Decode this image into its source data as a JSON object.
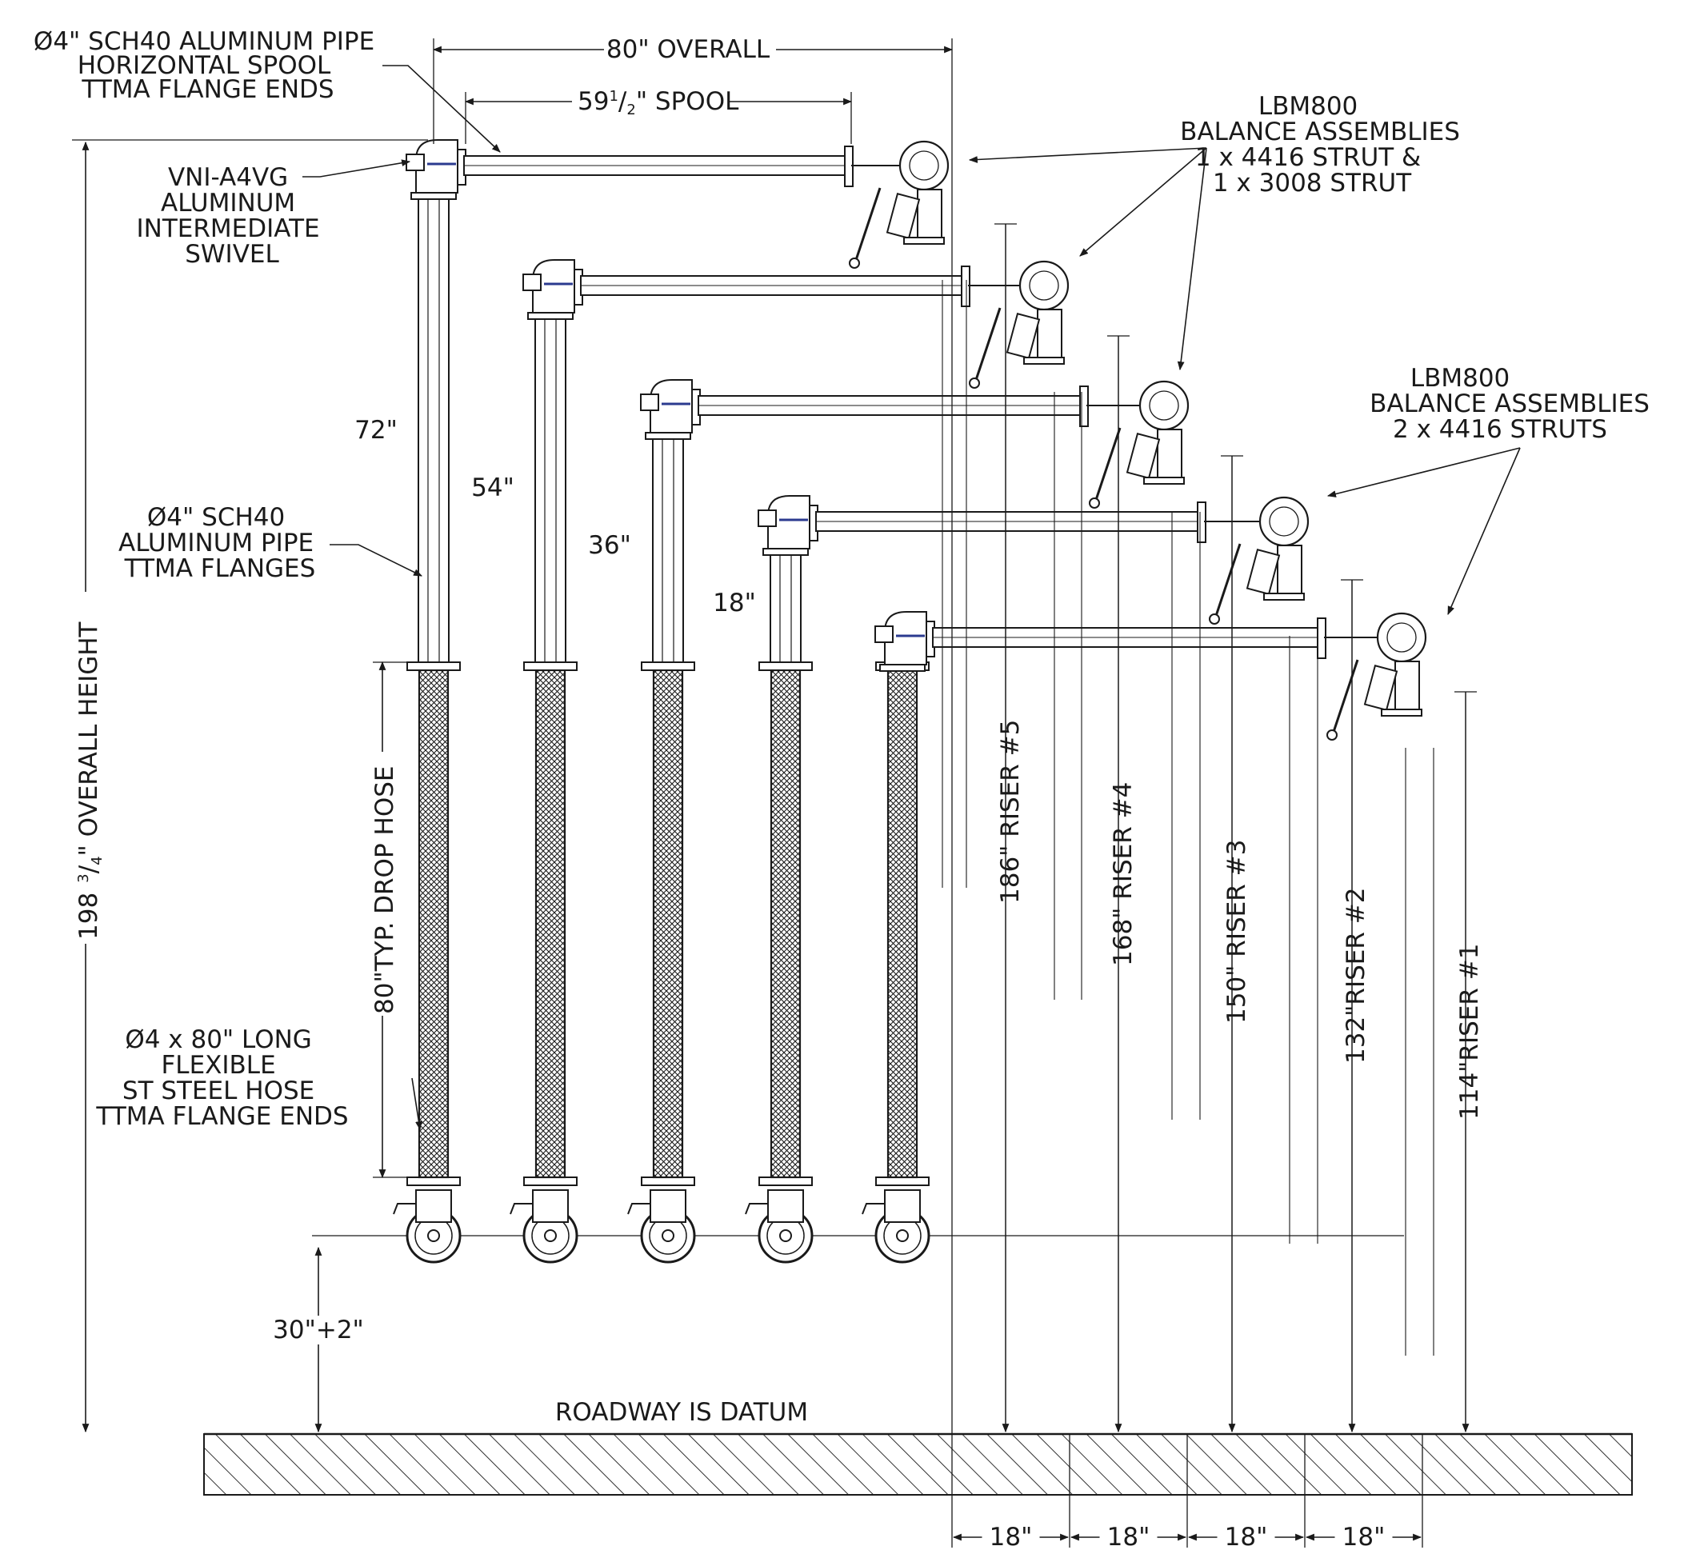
{
  "callouts": {
    "horizontal_spool_1": "Ø4\" SCH40 ALUMINUM PIPE",
    "horizontal_spool_2": "HORIZONTAL SPOOL",
    "horizontal_spool_3": "TTMA FLANGE ENDS",
    "swivel_1": "VNI-A4VG",
    "swivel_2": "ALUMINUM",
    "swivel_3": "INTERMEDIATE",
    "swivel_4": "SWIVEL",
    "riser_pipe_1": "Ø4\" SCH40",
    "riser_pipe_2": "ALUMINUM PIPE",
    "riser_pipe_3": "TTMA FLANGES",
    "hose_1": "Ø4 x 80\" LONG",
    "hose_2": "FLEXIBLE",
    "hose_3": "ST STEEL HOSE",
    "hose_4": "TTMA FLANGE ENDS",
    "balance_a_1": "LBM800",
    "balance_a_2": "BALANCE ASSEMBLIES",
    "balance_a_3": "1 x 4416 STRUT &",
    "balance_a_4": "1 x 3008 STRUT",
    "balance_b_1": "LBM800",
    "balance_b_2": "BALANCE ASSEMBLIES",
    "balance_b_3": "2 x 4416 STRUTS"
  },
  "dimensions": {
    "overall_width": "80\" OVERALL",
    "spool_prefix": "59",
    "spool_num": "1",
    "spool_den": "2",
    "spool_suffix": "\" SPOOL",
    "riser_lengths": [
      "72\"",
      "54\"",
      "36\"",
      "18\""
    ],
    "overall_height_prefix": "198",
    "overall_height_num": "3",
    "overall_height_den": "4",
    "overall_height_suffix": "\"   OVERALL HEIGHT",
    "drop_hose": "80\"TYP. DROP HOSE",
    "ground_clearance": "30\"+2\"",
    "datum": "ROADWAY IS DATUM",
    "spacing": [
      "18\"",
      "18\"",
      "18\"",
      "18\""
    ],
    "riser_heights": [
      "186\" RISER #5",
      "168\"  RISER #4",
      "150\"  RISER #3",
      "132\"RISER #2",
      "114\"RISER #1"
    ]
  }
}
